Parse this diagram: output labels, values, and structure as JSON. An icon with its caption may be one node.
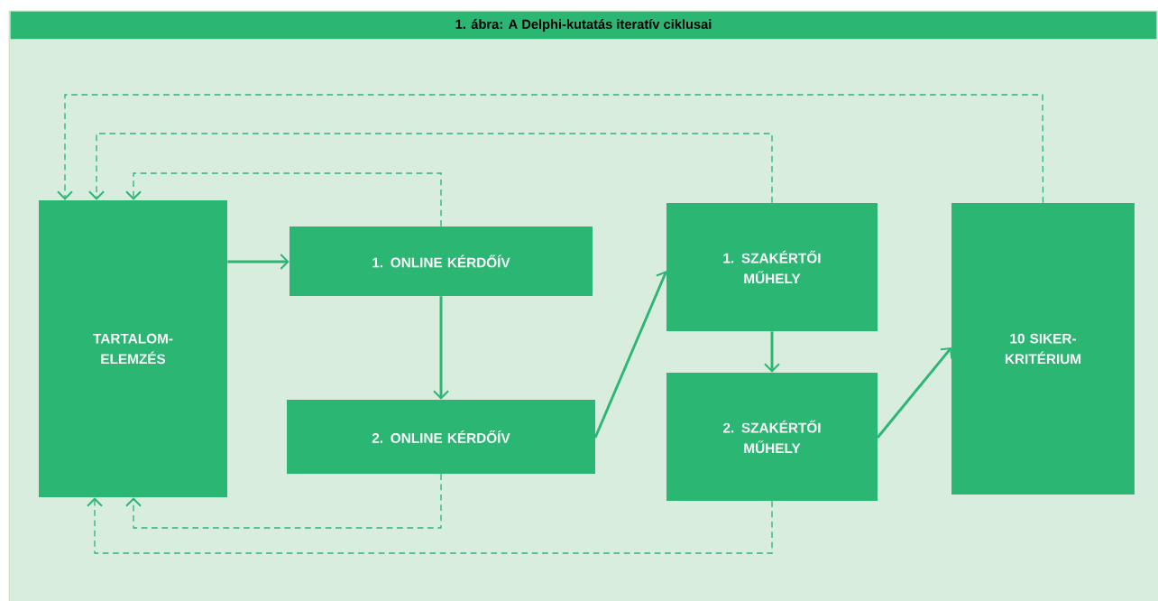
{
  "diagram": {
    "title": "1.   ábra: A Delphi-kutatás iteratív ciklusai",
    "nodes": [
      {
        "text": [
          "TARTALOM-ELEMZÉS"
        ]
      },
      {
        "text": [
          "1. ONLINE KÉRDŐÍV"
        ]
      },
      {
        "text": [
          "2. ONLINE KÉRDŐÍV"
        ]
      },
      {
        "text": [
          "1. SZAKÉRTŐI MŰHELY"
        ]
      },
      {
        "text": [
          "2. SZAKÉRTŐI MŰHELY"
        ]
      },
      {
        "text": [
          "10 SIKER-KRITÉRIUM"
        ]
      }
    ],
    "edges": [
      {
        "from": 0,
        "to": 1,
        "arrow": "to"
      },
      {
        "from": 1,
        "to": 2,
        "arrow": "to"
      },
      {
        "from": 2,
        "to": 3,
        "arrow": "to"
      },
      {
        "from": 3,
        "to": 4,
        "arrow": "to"
      },
      {
        "from": 4,
        "to": 5,
        "arrow": "to"
      },
      {
        "from": 1,
        "to": 0,
        "arrow": "to",
        "style": "dashed"
      },
      {
        "from": 3,
        "to": 0,
        "arrow": "to",
        "style": "dashed"
      },
      {
        "from": 5,
        "to": 0,
        "arrow": "to",
        "style": "dashed"
      },
      {
        "from": 2,
        "to": 0,
        "arrow": "to",
        "style": "dashed"
      },
      {
        "from": 4,
        "to": 0,
        "arrow": "to",
        "style": "dashed"
      }
    ]
  }
}
